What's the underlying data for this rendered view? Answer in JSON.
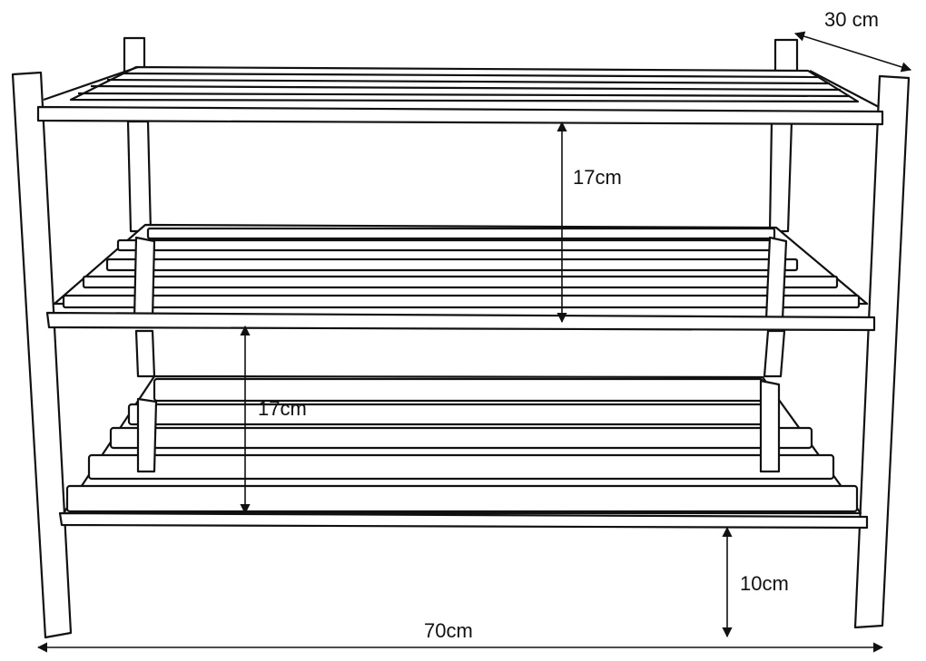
{
  "dimensions": {
    "depth": "30 cm",
    "upper_gap": "17cm",
    "lower_gap": "17cm",
    "clearance": "10cm",
    "width": "70cm"
  },
  "colors": {
    "stroke": "#111111",
    "background": "#ffffff"
  }
}
